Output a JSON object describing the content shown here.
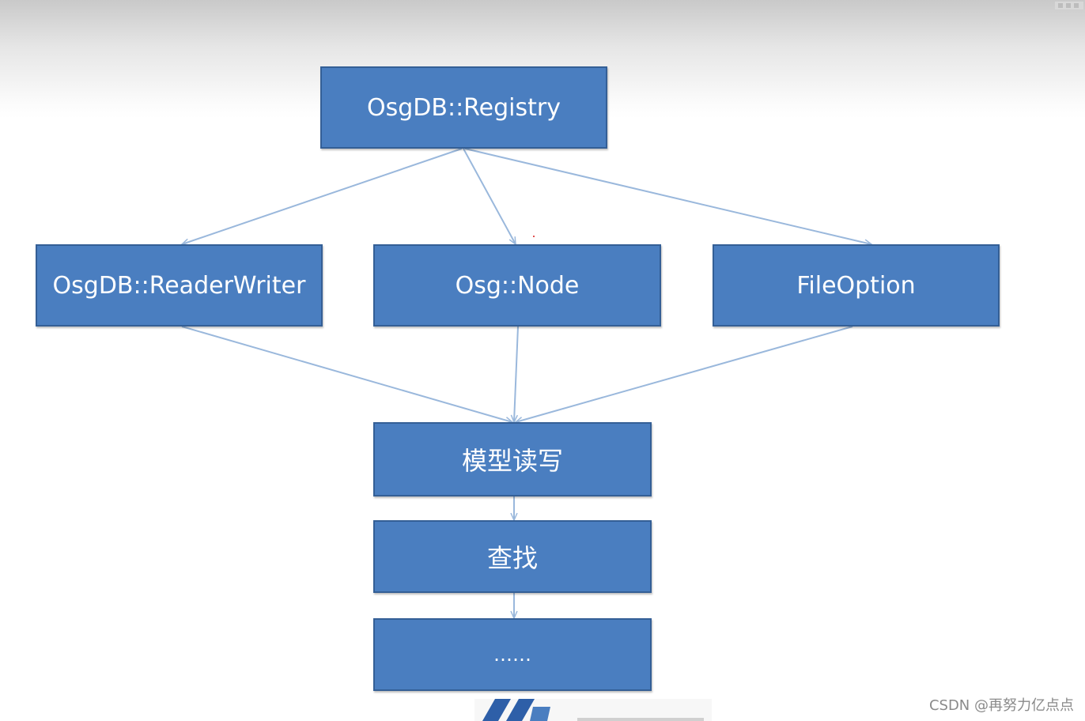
{
  "diagram": {
    "nodes": {
      "registry": "OsgDB::Registry",
      "readerwriter": "OsgDB::ReaderWriter",
      "node": "Osg::Node",
      "fileoption": "FileOption",
      "model_rw": "模型读写",
      "search": "查找",
      "ellipsis": "……"
    },
    "edges": [
      {
        "from": "registry",
        "to": "readerwriter"
      },
      {
        "from": "registry",
        "to": "node"
      },
      {
        "from": "registry",
        "to": "fileoption"
      },
      {
        "from": "readerwriter",
        "to": "model_rw"
      },
      {
        "from": "node",
        "to": "model_rw"
      },
      {
        "from": "fileoption",
        "to": "model_rw"
      },
      {
        "from": "model_rw",
        "to": "search"
      },
      {
        "from": "search",
        "to": "ellipsis"
      }
    ]
  },
  "watermark": "CSDN @再努力亿点点",
  "colors": {
    "box_fill": "#4a7ec0",
    "box_border": "#345f96",
    "connector": "#9ab8dc",
    "box_text": "#ffffff"
  }
}
